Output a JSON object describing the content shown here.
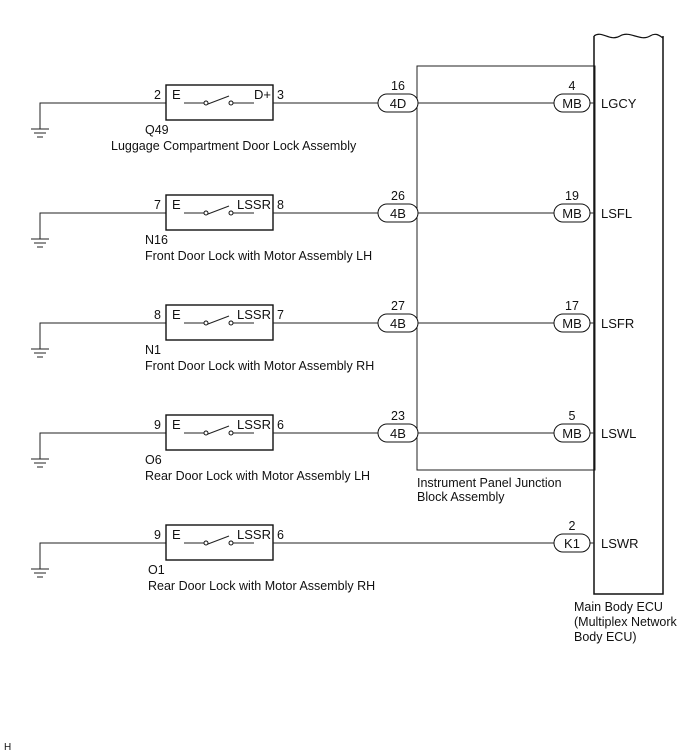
{
  "devices": [
    {
      "code": "Q49",
      "name": "Luggage Compartment Door Lock Assembly",
      "left_terminal": "E",
      "right_terminal": "D+",
      "left_pin": "2",
      "right_pin": "3",
      "jb_pin": "16",
      "jb_connector": "4D",
      "ecu_pin": "4",
      "ecu_connector": "MB",
      "signal": "LGCY"
    },
    {
      "code": "N16",
      "name": "Front Door Lock with Motor Assembly LH",
      "left_terminal": "E",
      "right_terminal": "LSSR",
      "left_pin": "7",
      "right_pin": "8",
      "jb_pin": "26",
      "jb_connector": "4B",
      "ecu_pin": "19",
      "ecu_connector": "MB",
      "signal": "LSFL"
    },
    {
      "code": "N1",
      "name": "Front Door Lock with Motor Assembly RH",
      "left_terminal": "E",
      "right_terminal": "LSSR",
      "left_pin": "8",
      "right_pin": "7",
      "jb_pin": "27",
      "jb_connector": "4B",
      "ecu_pin": "17",
      "ecu_connector": "MB",
      "signal": "LSFR"
    },
    {
      "code": "O6",
      "name": "Rear Door Lock with Motor Assembly LH",
      "left_terminal": "E",
      "right_terminal": "LSSR",
      "left_pin": "9",
      "right_pin": "6",
      "jb_pin": "23",
      "jb_connector": "4B",
      "ecu_pin": "5",
      "ecu_connector": "MB",
      "signal": "LSWL"
    },
    {
      "code": "O1",
      "name": "Rear Door Lock with Motor Assembly RH",
      "left_terminal": "E",
      "right_terminal": "LSSR",
      "left_pin": "9",
      "right_pin": "6",
      "jb_pin": "",
      "jb_connector": "",
      "ecu_pin": "2",
      "ecu_connector": "K1",
      "signal": "LSWR"
    }
  ],
  "junction_block": {
    "line1": "Instrument Panel Junction",
    "line2": "Block Assembly"
  },
  "ecu": {
    "line1": "Main Body ECU",
    "line2": "(Multiplex Network",
    "line3": "Body ECU)"
  },
  "corner_mark": "H"
}
